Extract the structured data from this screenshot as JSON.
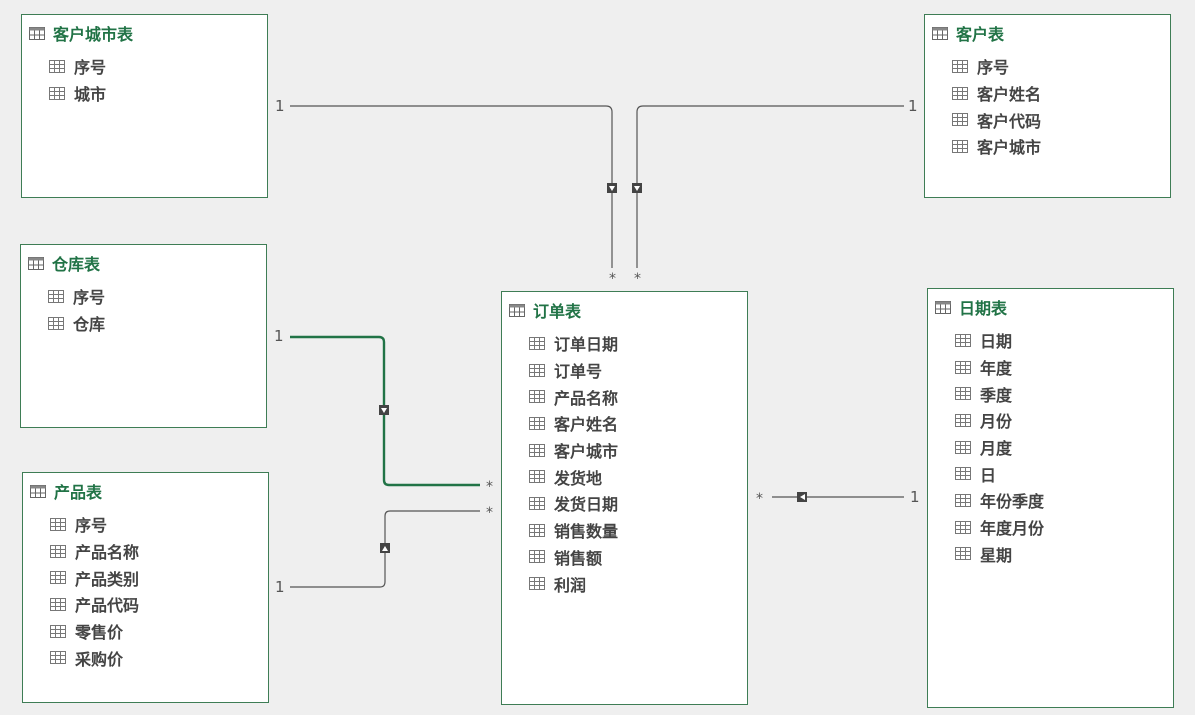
{
  "tables": {
    "customer_city": {
      "title": "客户城市表",
      "fields": [
        "序号",
        "城市"
      ]
    },
    "customer": {
      "title": "客户表",
      "fields": [
        "序号",
        "客户姓名",
        "客户代码",
        "客户城市"
      ]
    },
    "warehouse": {
      "title": "仓库表",
      "fields": [
        "序号",
        "仓库"
      ]
    },
    "orders": {
      "title": "订单表",
      "fields": [
        "订单日期",
        "订单号",
        "产品名称",
        "客户姓名",
        "客户城市",
        "发货地",
        "发货日期",
        "销售数量",
        "销售额",
        "利润"
      ]
    },
    "date": {
      "title": "日期表",
      "fields": [
        "日期",
        "年度",
        "季度",
        "月份",
        "月度",
        "日",
        "年份季度",
        "年度月份",
        "星期"
      ]
    },
    "product": {
      "title": "产品表",
      "fields": [
        "序号",
        "产品名称",
        "产品类别",
        "产品代码",
        "零售价",
        "采购价"
      ]
    }
  },
  "relationships": [
    {
      "name": "customer-city-to-orders",
      "one": "1",
      "many": "*",
      "highlighted": false
    },
    {
      "name": "customer-to-orders",
      "one": "1",
      "many": "*",
      "highlighted": false
    },
    {
      "name": "warehouse-to-orders",
      "one": "1",
      "many": "*",
      "highlighted": true
    },
    {
      "name": "product-to-orders",
      "one": "1",
      "many": "*",
      "highlighted": false
    },
    {
      "name": "date-to-orders",
      "one": "1",
      "many": "*",
      "highlighted": false
    }
  ],
  "colors": {
    "background": "#efefef",
    "table_border": "#3e7d55",
    "title_text": "#217346",
    "line": "#555555",
    "highlight_line": "#217346"
  },
  "icons": {
    "table": "table-icon",
    "field": "field-icon"
  }
}
